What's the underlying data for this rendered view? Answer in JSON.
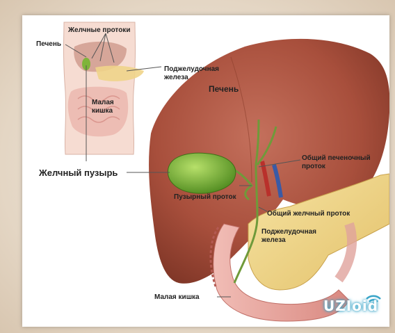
{
  "labels": {
    "inset_liver": "Печень",
    "inset_bile_ducts": "Желчные протоки",
    "inset_pancreas_line1": "Поджелудочная",
    "inset_pancreas_line2": "железа",
    "inset_small_intestine_line1": "Малая",
    "inset_small_intestine_line2": "кишка",
    "main_liver": "Печень",
    "gallbladder": "Желчный пузырь",
    "common_hepatic_duct_line1": "Общий печеночный",
    "common_hepatic_duct_line2": "проток",
    "cystic_duct": "Пузырный проток",
    "common_bile_duct": "Общий желчный проток",
    "pancreas_line1": "Поджелудочная",
    "pancreas_line2": "железа",
    "small_intestine": "Малая кишка"
  },
  "watermark": {
    "text": "UZIoid"
  },
  "colors": {
    "liver": "#a84f3c",
    "gallbladder": "#6fae2e",
    "pancreas": "#f1d98a",
    "intestine": "#e9a6a0",
    "bile_duct": "#6f9a3a",
    "logo": "#3aa5c8"
  }
}
